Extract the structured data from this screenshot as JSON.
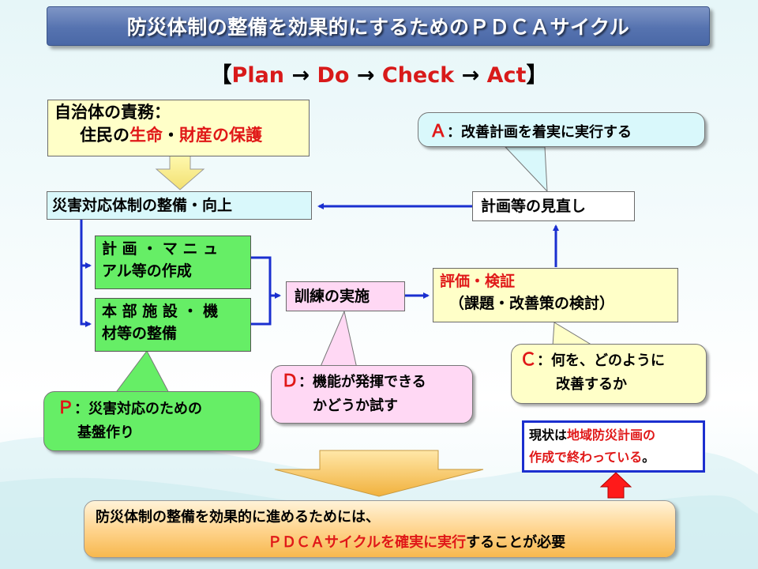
{
  "title": "防災体制の整備を効果的にするためのＰＤＣＡサイクル",
  "subtitle": {
    "open": "【",
    "plan": "Plan",
    "arrow1": " → ",
    "do": "Do",
    "arrow2": " → ",
    "check": "Check",
    "arrow3": " → ",
    "act": "Act",
    "close": "】"
  },
  "duty_box": {
    "line1": "自治体の責務：",
    "line2_prefix": "住民の",
    "life": "生命",
    "dot": "・",
    "property": "財産の保護"
  },
  "system_box": "災害対応体制の整備・向上",
  "review_box": "計画等の見直し",
  "plan_manual_box": {
    "line1": "計 画 ・ マ ニ ュ",
    "line2": "アル等の作成"
  },
  "facility_box": {
    "line1": "本 部 施 設 ・ 機",
    "line2": "材等の整備"
  },
  "training_box": "訓練の実施",
  "evaluation_box": {
    "line1": "評価・検証",
    "line2": "（課題・改善策の検討）"
  },
  "callout_a": {
    "letter": "Ａ",
    "text": "：改善計画を着実に実行する"
  },
  "callout_p": {
    "letter": "Ｐ",
    "line1": "：災害対応のための",
    "line2": "基盤作り"
  },
  "callout_d": {
    "letter": "Ｄ",
    "line1": "：機能が発揮できる",
    "line2": "かどうか試す"
  },
  "callout_c": {
    "letter": "Ｃ",
    "line1": "：何を、どのように",
    "line2": "改善するか"
  },
  "status_box": {
    "prefix": "現状は",
    "highlight1": "地域防災計画の",
    "highlight2": "作成で終わっている",
    "suffix": "。"
  },
  "conclusion": {
    "line1": "防災体制の整備を効果的に進めるためには、",
    "highlight": "ＰＤＣＡサイクルを確実に実行",
    "line2_suffix": "することが必要"
  },
  "colors": {
    "title_bg": "#5673b0",
    "accent_red": "#e01818",
    "connector_blue": "#1a2fd0",
    "green_box": "#66ee66",
    "yellow_box": "#ffffc8",
    "cyan_box": "#d9f8fb",
    "pink_box": "#ffd8f4",
    "status_border": "#1c2fcf"
  }
}
